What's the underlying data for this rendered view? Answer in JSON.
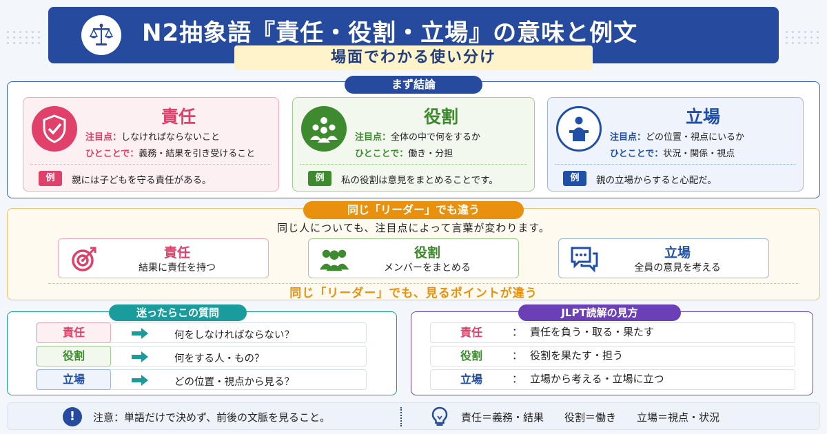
{
  "header": {
    "title": "N2抽象語『責任・役割・立場』の意味と例文",
    "subtitle": "場面でわかる使い分け"
  },
  "conclusion": {
    "heading": "まず結論",
    "cards": [
      {
        "term": "責任",
        "focus_label": "注目点：",
        "focus": "しなければならないこと",
        "short_label": "ひとことで：",
        "short": "義務・結果を引き受けること",
        "example_tag": "例",
        "example": "親には子どもを守る責任がある。",
        "icon": "shield-check-icon"
      },
      {
        "term": "役割",
        "focus_label": "注目点：",
        "focus": "全体の中で何をするか",
        "short_label": "ひとことで：",
        "short": "働き・分担",
        "example_tag": "例",
        "example": "私の役割は意見をまとめることです。",
        "icon": "team-icon"
      },
      {
        "term": "立場",
        "focus_label": "注目点：",
        "focus": "どの位置・視点にいるか",
        "short_label": "ひとことで：",
        "short": "状況・関係・視点",
        "example_tag": "例",
        "example": "親の立場からすると心配だ。",
        "icon": "podium-icon"
      }
    ]
  },
  "leader": {
    "heading": "同じ「リーダー」でも違う",
    "intro": "同じ人についても、注目点によって言葉が変わります。",
    "cards": [
      {
        "term": "責任",
        "desc": "結果に責任を持つ",
        "icon": "target-icon"
      },
      {
        "term": "役割",
        "desc": "メンバーをまとめる",
        "icon": "group-icon"
      },
      {
        "term": "立場",
        "desc": "全員の意見を考える",
        "icon": "speech-bubbles-icon"
      }
    ],
    "footer": "同じ「リーダー」でも、見るポイントが違う"
  },
  "questions": {
    "heading": "迷ったらこの質問",
    "rows": [
      {
        "term": "責任",
        "question": "何をしなければならない？"
      },
      {
        "term": "役割",
        "question": "何をする人・もの？"
      },
      {
        "term": "立場",
        "question": "どの位置・視点から見る？"
      }
    ]
  },
  "jlpt": {
    "heading": "JLPT読解の見方",
    "rows": [
      {
        "term": "責任",
        "colon": "：",
        "text": "責任を負う・取る・果たす"
      },
      {
        "term": "役割",
        "colon": "：",
        "text": "役割を果たす・担う"
      },
      {
        "term": "立場",
        "colon": "：",
        "text": "立場から考える・立場に立つ"
      }
    ]
  },
  "footer": {
    "note": "注意：単語だけで決めず、前後の文脈を見ること。",
    "summary": "責任＝義務・結果　　役割＝働き　　立場＝視点・状況"
  },
  "colors": {
    "navy": "#264a9e",
    "pink": "#e0406a",
    "green": "#3d8b2e",
    "blue": "#1f4fa6",
    "orange": "#e9900e",
    "teal": "#1a9b9c",
    "purple": "#6b3fb5"
  }
}
